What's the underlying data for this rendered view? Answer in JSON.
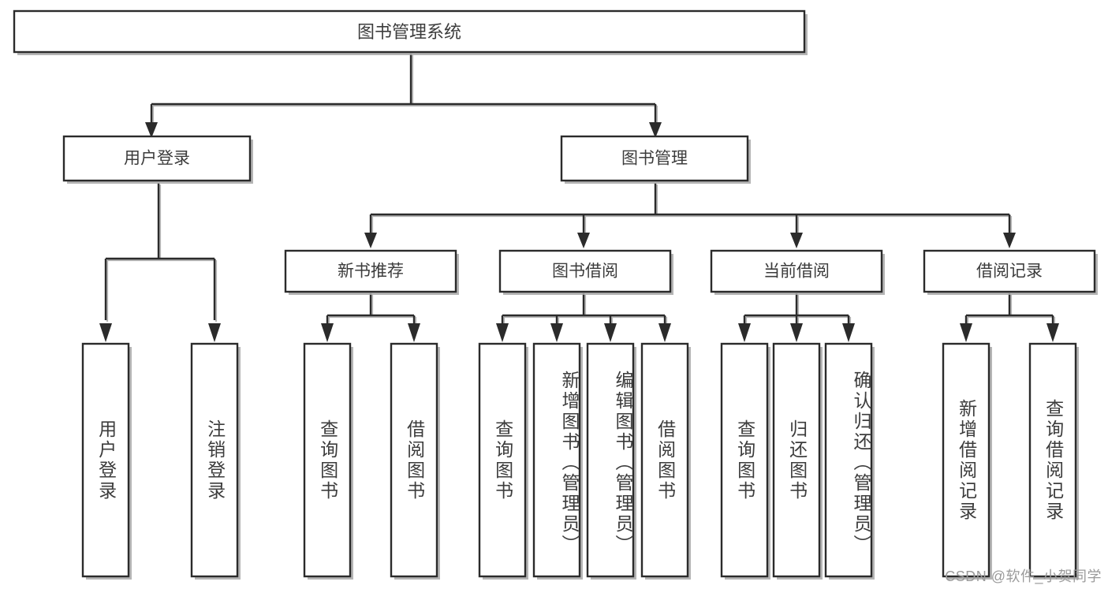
{
  "diagram": {
    "type": "tree-hierarchy",
    "title": "图书管理系统",
    "root": {
      "id": "root",
      "label": "图书管理系统"
    },
    "level2": [
      {
        "id": "user-login",
        "label": "用户登录"
      },
      {
        "id": "book-management",
        "label": "图书管理"
      }
    ],
    "level3": [
      {
        "id": "new-book-recommend",
        "label": "新书推荐",
        "parent": "book-management"
      },
      {
        "id": "book-borrow",
        "label": "图书借阅",
        "parent": "book-management"
      },
      {
        "id": "current-borrow",
        "label": "当前借阅",
        "parent": "book-management"
      },
      {
        "id": "borrow-record",
        "label": "借阅记录",
        "parent": "book-management"
      }
    ],
    "leaves": [
      {
        "id": "leaf-user-login",
        "label": "用户登录",
        "parent": "user-login"
      },
      {
        "id": "leaf-logout-login",
        "label": "注销登录",
        "parent": "user-login"
      },
      {
        "id": "leaf-query-book-1",
        "label": "查询图书",
        "parent": "new-book-recommend"
      },
      {
        "id": "leaf-borrow-book-1",
        "label": "借阅图书",
        "parent": "new-book-recommend"
      },
      {
        "id": "leaf-query-book-2",
        "label": "查询图书",
        "parent": "book-borrow"
      },
      {
        "id": "leaf-add-book",
        "label": "新增图书（管理员）",
        "parent": "book-borrow"
      },
      {
        "id": "leaf-edit-book",
        "label": "编辑图书（管理员）",
        "parent": "book-borrow"
      },
      {
        "id": "leaf-borrow-book-2",
        "label": "借阅图书",
        "parent": "book-borrow"
      },
      {
        "id": "leaf-query-book-3",
        "label": "查询图书",
        "parent": "current-borrow"
      },
      {
        "id": "leaf-return-book",
        "label": "归还图书",
        "parent": "current-borrow"
      },
      {
        "id": "leaf-confirm-return",
        "label": "确认归还（管理员）",
        "parent": "current-borrow"
      },
      {
        "id": "leaf-add-record",
        "label": "新增借阅记录",
        "parent": "borrow-record"
      },
      {
        "id": "leaf-query-record",
        "label": "查询借阅记录",
        "parent": "borrow-record"
      }
    ],
    "colors": {
      "stroke": "#2b2b2b",
      "text": "#3c3c3c",
      "background": "#ffffff",
      "shadow": "#a8a8a8",
      "watermark": "#9a9a9a"
    }
  },
  "watermark": {
    "text": "CSDN @软件_小贺同学"
  }
}
